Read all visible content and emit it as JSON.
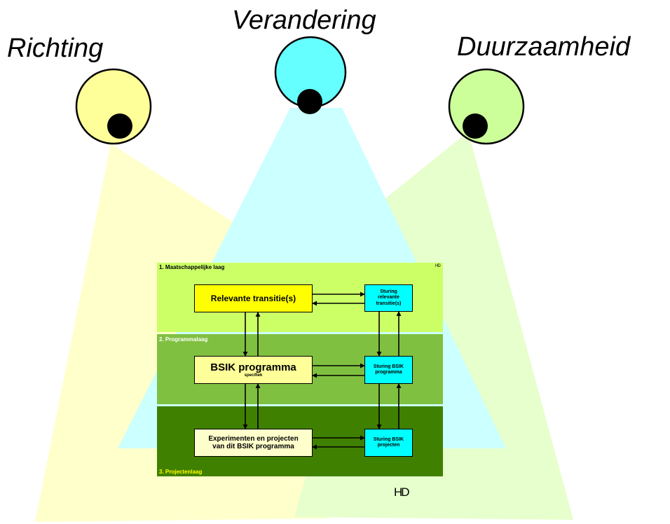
{
  "headings": {
    "richting": "Richting",
    "verandering": "Verandering",
    "duurzaamheid": "Duurzaamheid"
  },
  "colors": {
    "richting_light": "#ffff99",
    "verandering_light": "#66ffff",
    "duurzaamheid_light": "#ccff99",
    "beam_yellow": "#ffffcc",
    "beam_blue": "#ccffff",
    "beam_green": "#e6ffcc",
    "layer_maatschappelijk": "#ccff66",
    "layer_programma": "#80c040",
    "layer_projecten": "#408000",
    "box_transitie": "#ffff00",
    "box_programma": "#ffff99",
    "box_projecten": "#ffffcc",
    "box_sturing": "#00ffff"
  },
  "diagram": {
    "layers": {
      "maatschappelijk": "1. Maatschappelijke laag",
      "programma": "2. Programmalaag",
      "projecten": "3. Projectenlaag"
    },
    "boxes": {
      "relevante_transities": "Relevante transitie(s)",
      "bsik_programma": "BSIK programma",
      "bsik_programma_sub": "specifiek",
      "experimenten_line1": "Experimenten en projecten",
      "experimenten_line2": "van dit BSIK programma",
      "sturing_transities_line1": "Sturing",
      "sturing_transities_line2": "relevante",
      "sturing_transities_line3": "transitie(s)",
      "sturing_programma_line1": "Sturing BSIK",
      "sturing_programma_line2": "programma",
      "sturing_projecten_line1": "Sturing BSIK",
      "sturing_projecten_line2": "projecten"
    },
    "corner_mark": "HD"
  },
  "footer_mark": "HD"
}
